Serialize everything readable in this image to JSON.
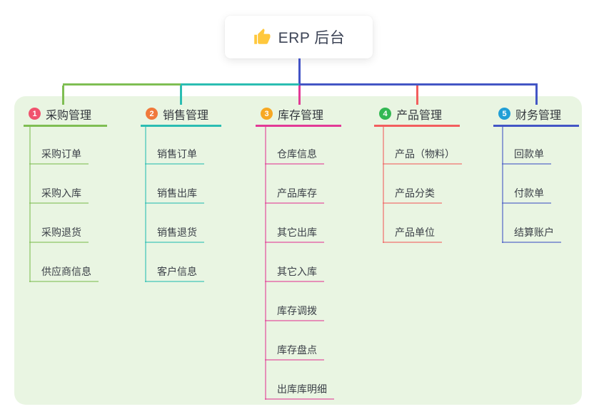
{
  "root": {
    "title": "ERP 后台",
    "icon": "thumbs-up-icon"
  },
  "branches": [
    {
      "index": "1",
      "label": "采购管理",
      "badge_color": "#F0536E",
      "line_color": "#7FBE53",
      "children": [
        "采购订单",
        "采购入库",
        "采购退货",
        "供应商信息"
      ]
    },
    {
      "index": "2",
      "label": "销售管理",
      "badge_color": "#F0793B",
      "line_color": "#2BBDB2",
      "children": [
        "销售订单",
        "销售出库",
        "销售退货",
        "客户信息"
      ]
    },
    {
      "index": "3",
      "label": "库存管理",
      "badge_color": "#F7A823",
      "line_color": "#E23A96",
      "children": [
        "仓库信息",
        "产品库存",
        "其它出库",
        "其它入库",
        "库存调拨",
        "库存盘点",
        "出库库明细"
      ]
    },
    {
      "index": "4",
      "label": "产品管理",
      "badge_color": "#33B853",
      "line_color": "#F25E5E",
      "children": [
        "产品（物料）",
        "产品分类",
        "产品单位"
      ]
    },
    {
      "index": "5",
      "label": "财务管理",
      "badge_color": "#219FD6",
      "line_color": "#4356C5",
      "children": [
        "回款单",
        "付款单",
        "结算账户"
      ]
    }
  ],
  "colors": {
    "root_connector": "#4353C6",
    "panel_bg": "#E9F5E2",
    "card_bg": "#FFFFFF",
    "title_color": "#3D4456",
    "text_color": "#3A3F47",
    "icon_color": "#FFC83D"
  }
}
